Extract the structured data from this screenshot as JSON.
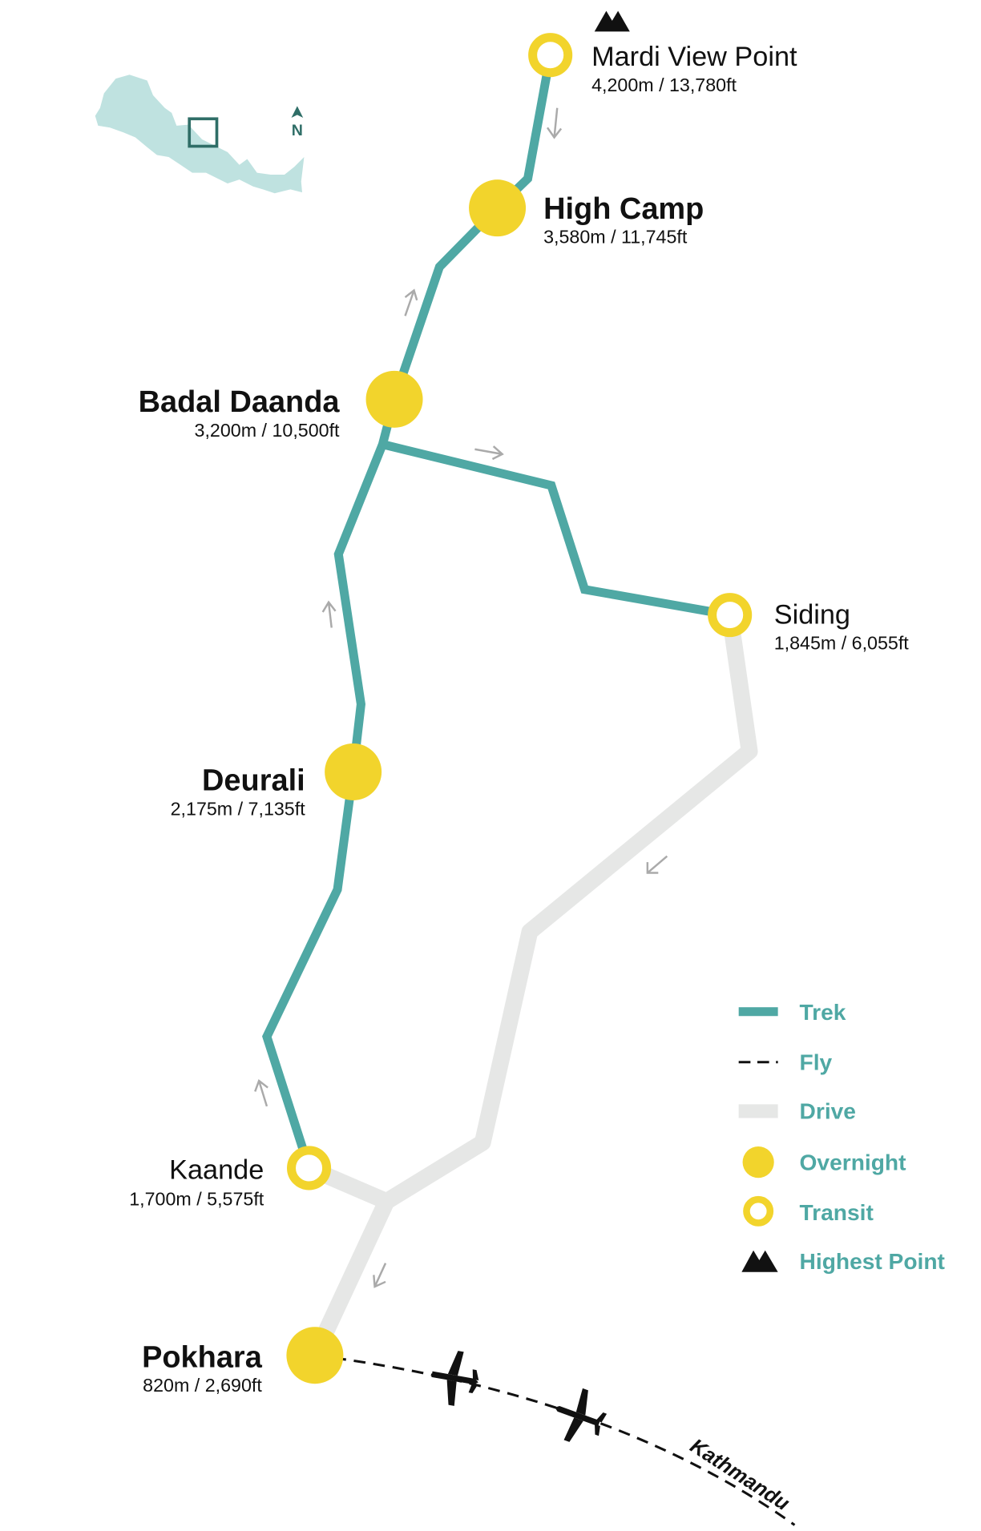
{
  "colors": {
    "trek": "#4fa8a4",
    "drive": "#e6e7e6",
    "overnight": "#f2d42c",
    "text": "#111111",
    "map": "#bfe2e0",
    "map_box": "#2f6e67"
  },
  "north_label": "N",
  "places": [
    {
      "id": "mardi",
      "name": "Mardi View Point",
      "elevation": "4,200m / 13,780ft",
      "type": "transit",
      "highest": true
    },
    {
      "id": "highcamp",
      "name": "High Camp",
      "elevation": "3,580m / 11,745ft",
      "type": "overnight"
    },
    {
      "id": "badal",
      "name": "Badal Daanda",
      "elevation": "3,200m / 10,500ft",
      "type": "overnight"
    },
    {
      "id": "siding",
      "name": "Siding",
      "elevation": "1,845m / 6,055ft",
      "type": "transit"
    },
    {
      "id": "deurali",
      "name": "Deurali",
      "elevation": "2,175m / 7,135ft",
      "type": "overnight"
    },
    {
      "id": "kaande",
      "name": "Kaande",
      "elevation": "1,700m / 5,575ft",
      "type": "transit"
    },
    {
      "id": "pokhara",
      "name": "Pokhara",
      "elevation": "820m / 2,690ft",
      "type": "overnight"
    }
  ],
  "destination": "Kathmandu",
  "legend": [
    "Trek",
    "Fly",
    "Drive",
    "Overnight",
    "Transit",
    "Highest Point"
  ]
}
